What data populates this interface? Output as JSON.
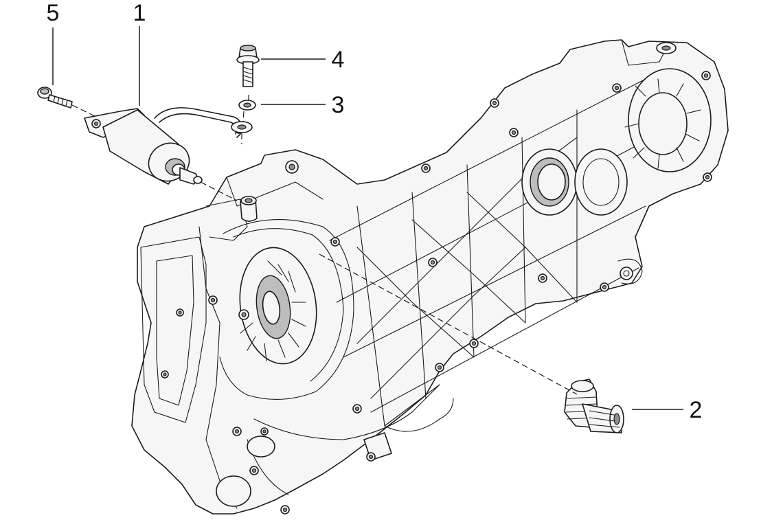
{
  "diagram": {
    "callouts": [
      {
        "id": "callout-1",
        "label": "1",
        "part": "starter-motor"
      },
      {
        "id": "callout-2",
        "label": "2",
        "part": "starter-pinion-gear"
      },
      {
        "id": "callout-3",
        "label": "3",
        "part": "washer"
      },
      {
        "id": "callout-4",
        "label": "4",
        "part": "bolt"
      },
      {
        "id": "callout-5",
        "label": "5",
        "part": "screw"
      }
    ],
    "colors": {
      "line": "#1a1a1a",
      "background": "#ffffff",
      "shade": "#bdbdbd"
    }
  }
}
